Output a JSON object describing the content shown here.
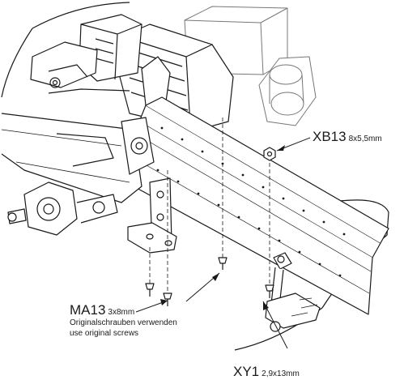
{
  "callouts": {
    "xb13": {
      "code": "XB13",
      "dim": "8x5,5mm"
    },
    "ma13": {
      "code": "MA13",
      "dim": "3x8mm",
      "note_de": "Originalschrauben verwenden",
      "note_en": "use original screws"
    },
    "xy1": {
      "code": "XY1",
      "dim": "2,9x13mm"
    }
  },
  "colors": {
    "line": "#1a1a1a",
    "paper": "#ffffff",
    "shade": "#cfcfcf",
    "dark": "#555555"
  }
}
